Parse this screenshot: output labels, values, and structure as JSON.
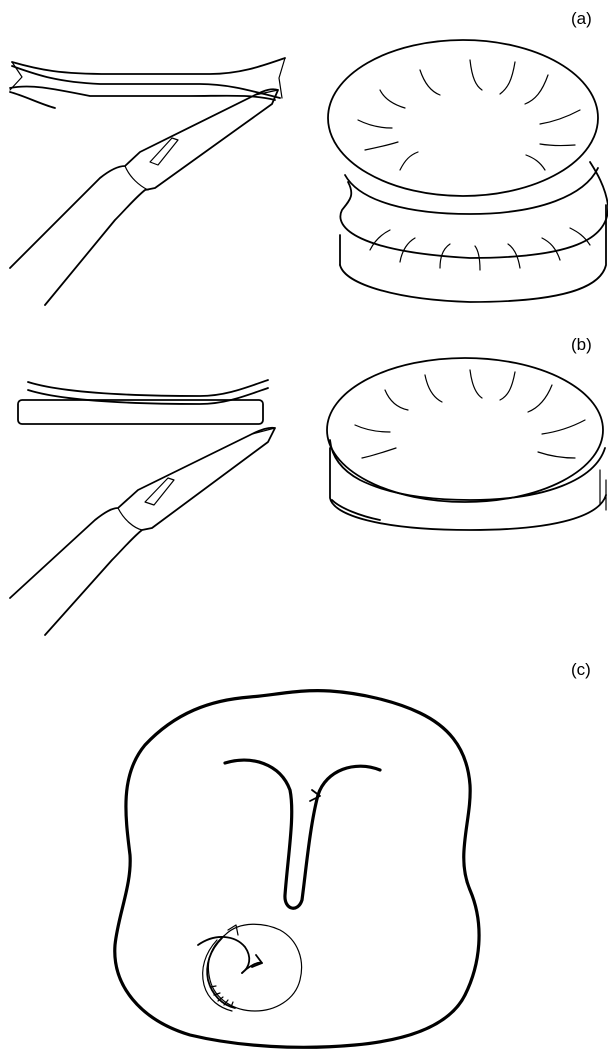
{
  "figure": {
    "panels": [
      {
        "id": "a",
        "label": "(a)"
      },
      {
        "id": "b",
        "label": "(b)"
      },
      {
        "id": "c",
        "label": "(c)"
      }
    ]
  },
  "colors": {
    "line": "#000000",
    "background": "#ffffff"
  }
}
